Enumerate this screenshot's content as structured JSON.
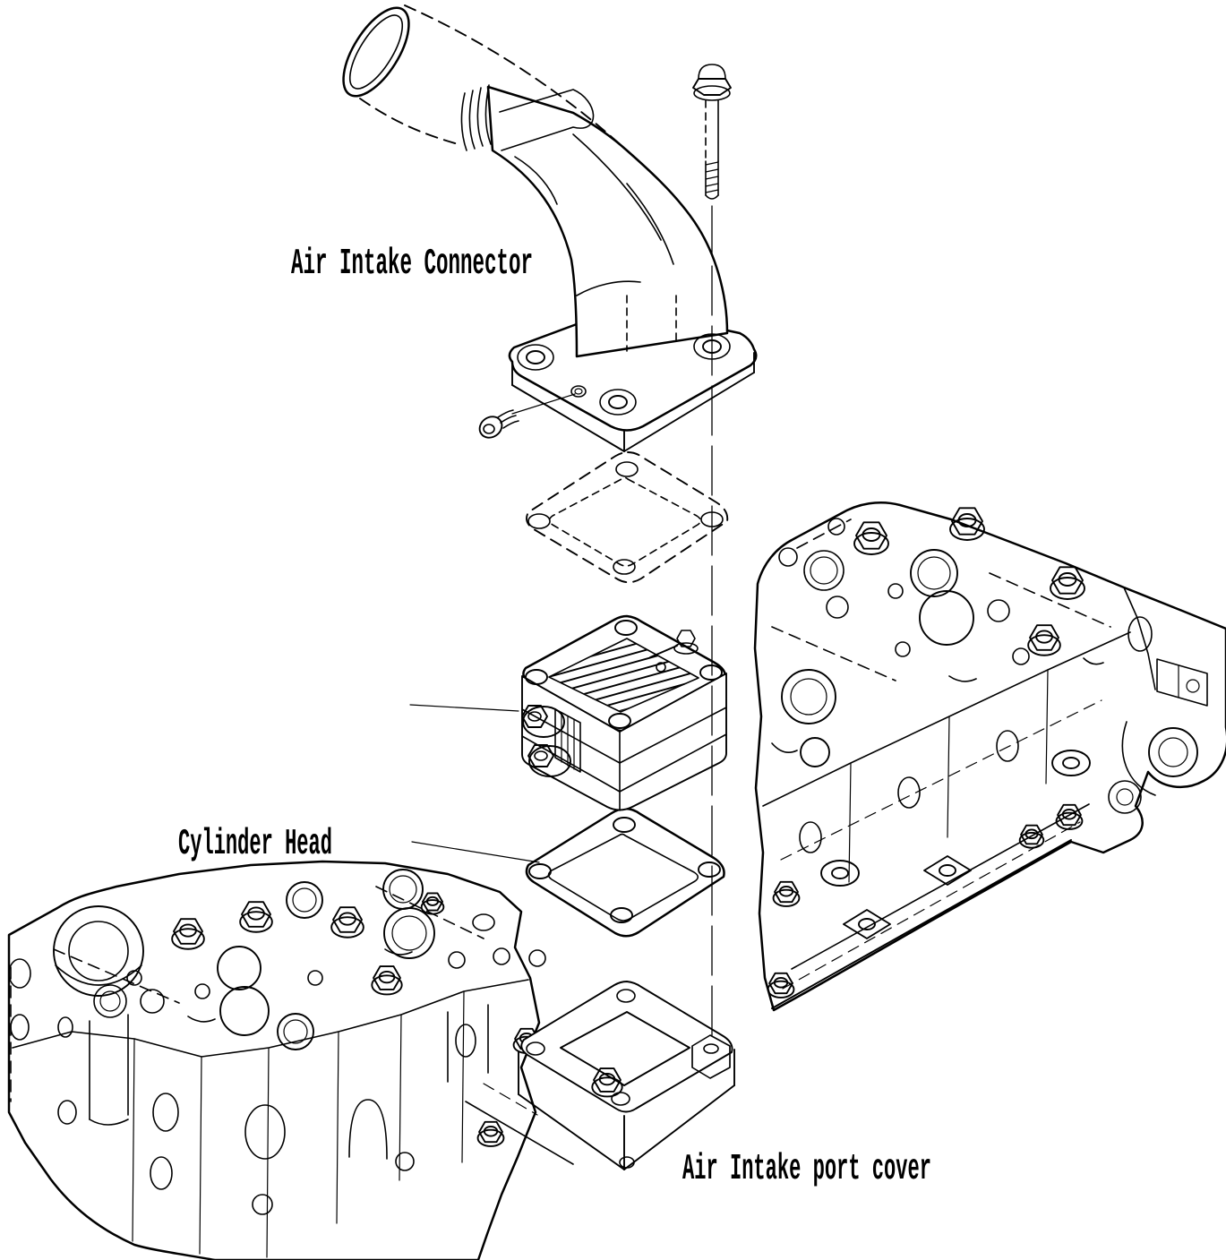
{
  "diagram": {
    "colors": {
      "line": "#000000",
      "background": "#ffffff"
    },
    "labels": {
      "air_intake_connector": "Air Intake Connector",
      "cylinder_head": "Cylinder Head",
      "air_intake_port_cover": "Air Intake port cover"
    }
  }
}
